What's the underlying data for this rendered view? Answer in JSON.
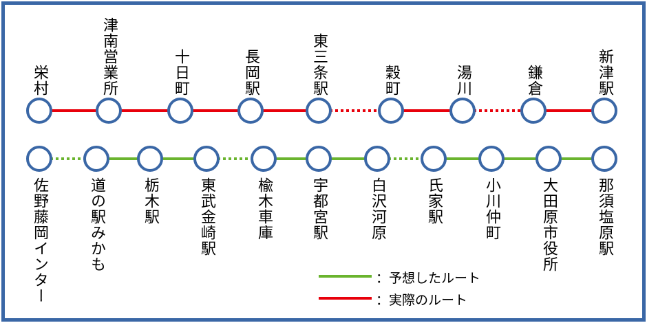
{
  "colors": {
    "border": "#3a67a6",
    "circle_stroke": "#3a67a6",
    "actual": "#e8000b",
    "expected": "#6ab42e"
  },
  "top_route": {
    "stations": [
      "栄村",
      "津南営業所",
      "十日町",
      "長岡駅",
      "東三条駅",
      "穀町",
      "湯川",
      "鎌倉",
      "新津駅"
    ],
    "segment_dotted": [
      false,
      false,
      false,
      false,
      true,
      false,
      true,
      false
    ]
  },
  "bottom_route": {
    "stations": [
      "佐野藤岡インター",
      "道の駅みかも",
      "栃木駅",
      "東武金崎駅",
      "楡木車庫",
      "宇都宮駅",
      "白沢河原",
      "氏家駅",
      "小川仲町",
      "大田原市役所",
      "那須塩原駅"
    ],
    "segment_dotted": [
      true,
      false,
      false,
      true,
      false,
      false,
      true,
      false,
      false,
      false
    ]
  },
  "legend": {
    "expected": "：予想したルート",
    "actual": "：実際のルート"
  }
}
